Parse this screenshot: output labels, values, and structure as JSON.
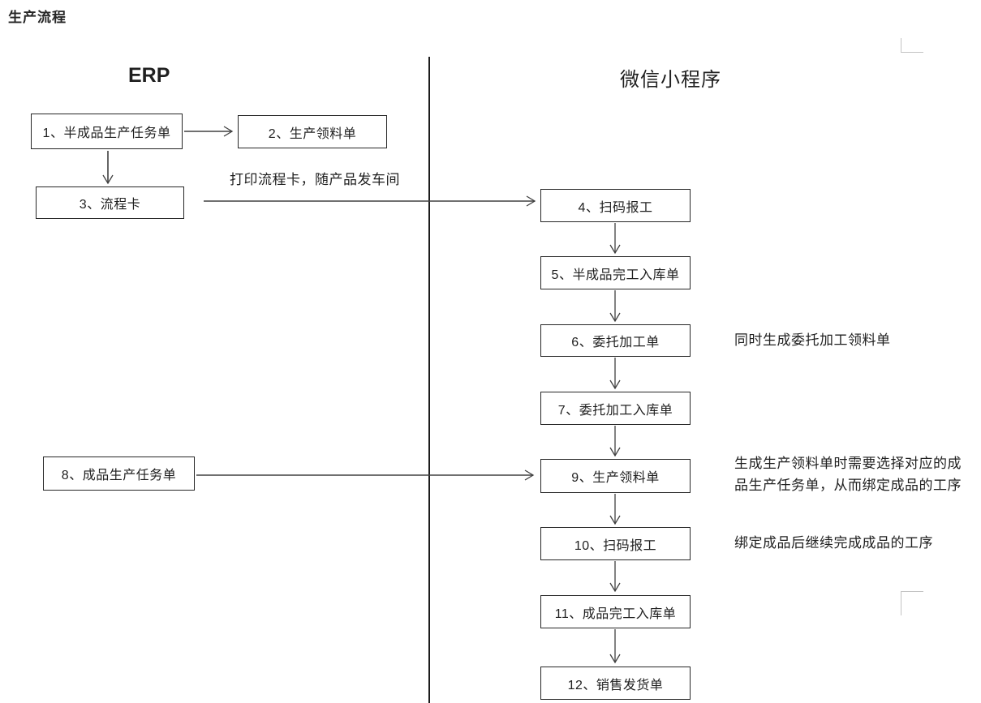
{
  "title": "生产流程",
  "lanes": {
    "erp": {
      "label": "ERP"
    },
    "wechat": {
      "label": "微信小程序"
    }
  },
  "nodes": [
    {
      "id": "1",
      "label": "1、半成品生产任务单"
    },
    {
      "id": "2",
      "label": "2、生产领料单"
    },
    {
      "id": "3",
      "label": "3、流程卡"
    },
    {
      "id": "4",
      "label": "4、扫码报工"
    },
    {
      "id": "5",
      "label": "5、半成品完工入库单"
    },
    {
      "id": "6",
      "label": "6、委托加工单"
    },
    {
      "id": "7",
      "label": "7、委托加工入库单"
    },
    {
      "id": "8",
      "label": "8、成品生产任务单"
    },
    {
      "id": "9",
      "label": "9、生产领料单"
    },
    {
      "id": "10",
      "label": "10、扫码报工"
    },
    {
      "id": "11",
      "label": "11、成品完工入库单"
    },
    {
      "id": "12",
      "label": "12、销售发货单"
    }
  ],
  "annotations": [
    {
      "id": "print-card",
      "text": "打印流程卡，随产品发车间"
    },
    {
      "id": "outsource",
      "text": "同时生成委托加工领料单"
    },
    {
      "id": "bind-process",
      "text": "生成生产领料单时需要选择对应的成品生产任务单，从而绑定成品的工序"
    },
    {
      "id": "continue-work",
      "text": "绑定成品后继续完成成品的工序"
    }
  ],
  "colors": {
    "background": "#ffffff",
    "text": "#1f1f1f",
    "box_border": "#262626",
    "arrow": "#404040",
    "divider": "#1c1c1c",
    "corner_mark": "#c3c3c3"
  }
}
